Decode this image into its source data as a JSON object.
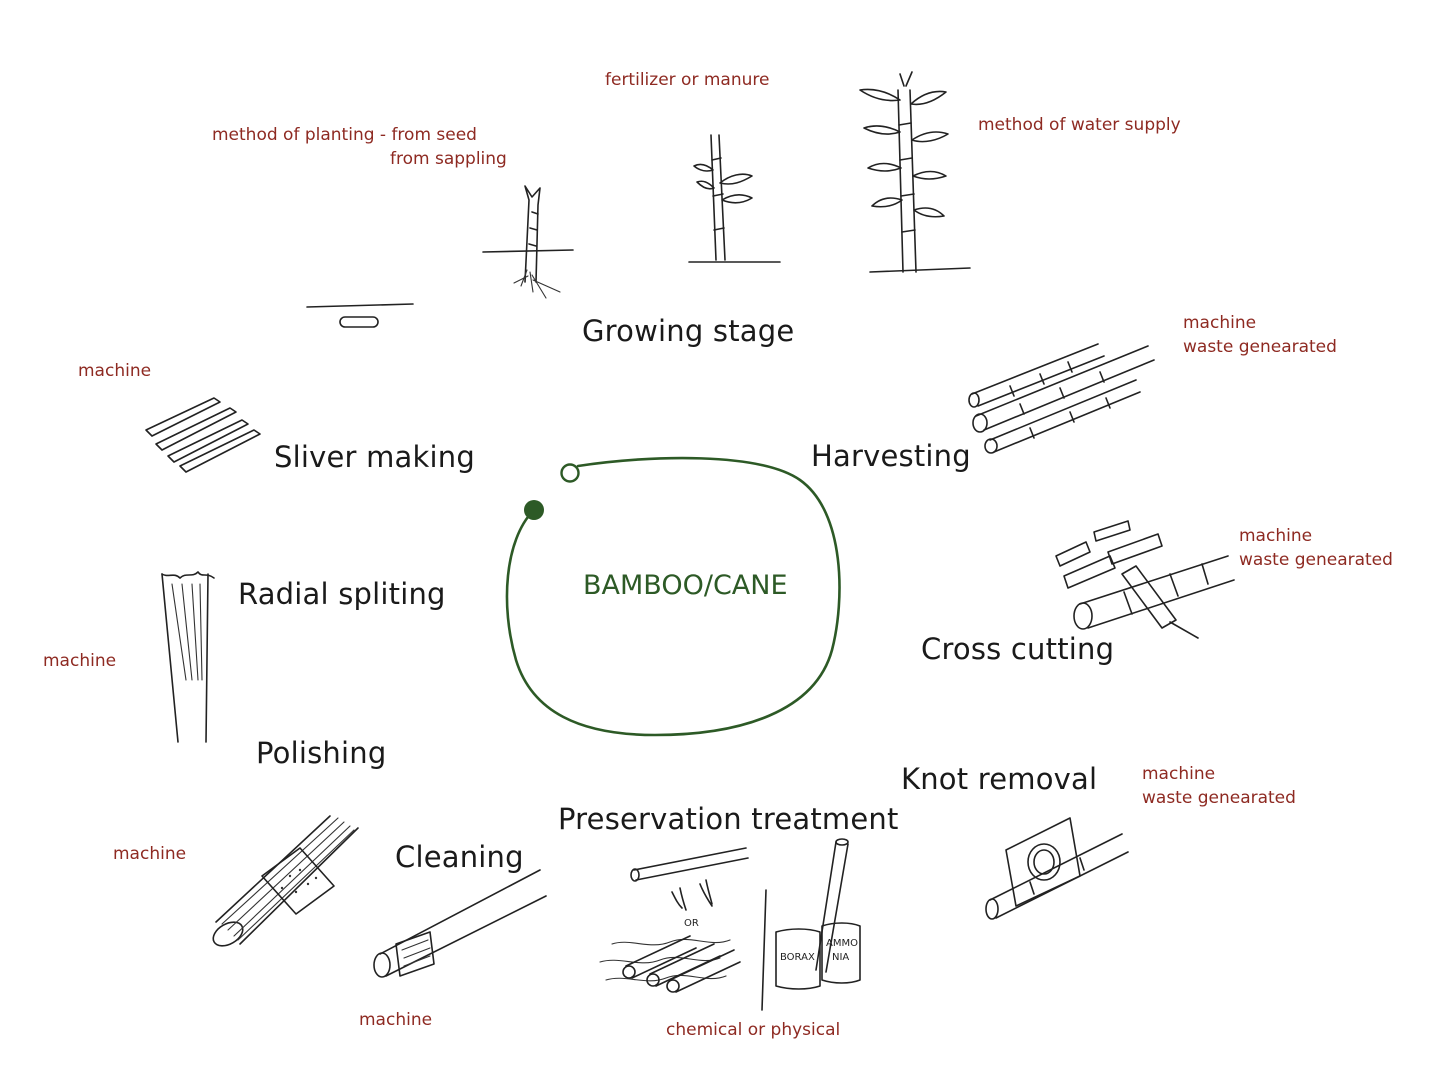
{
  "center": {
    "label": "BAMBOO/CANE",
    "color": "#2d5a26"
  },
  "colors": {
    "stage_text": "#1a1a1a",
    "note_text": "#8e2a22",
    "sketch_ink": "#222222"
  },
  "stages": {
    "growing": "Growing stage",
    "harvesting": "Harvesting",
    "cross_cutting": "Cross cutting",
    "knot_removal": "Knot removal",
    "preservation": "Preservation treatment",
    "cleaning": "Cleaning",
    "polishing": "Polishing",
    "radial_splitting": "Radial spliting",
    "sliver_making": "Sliver making"
  },
  "notes": {
    "planting_line1": "method of planting - from seed",
    "planting_line2": "from sappling",
    "fertilizer": "fertilizer or manure",
    "water": "method of water supply",
    "harvest_machine": "machine",
    "harvest_waste": "waste genearated",
    "cross_machine": "machine",
    "cross_waste": "waste genearated",
    "knot_machine": "machine",
    "knot_waste": "waste genearated",
    "preservation_method": "chemical or physical",
    "cleaning_machine": "machine",
    "polishing_machine": "machine",
    "radial_machine": "machine",
    "sliver_machine": "machine"
  },
  "sketch_labels": {
    "or": "OR",
    "borax": "BORAX",
    "ammonia_1": "AMMO",
    "ammonia_2": "NIA"
  },
  "icons": [
    "seed-sketch",
    "sapling-sketch",
    "young-bamboo-sketch",
    "mature-bamboo-sketch",
    "harvested-poles-sketch",
    "cross-cut-sketch",
    "knot-removal-sketch",
    "preservation-sketch",
    "cleaning-sketch",
    "polishing-sketch",
    "radial-split-sketch",
    "slivers-sketch",
    "cycle-loop"
  ]
}
